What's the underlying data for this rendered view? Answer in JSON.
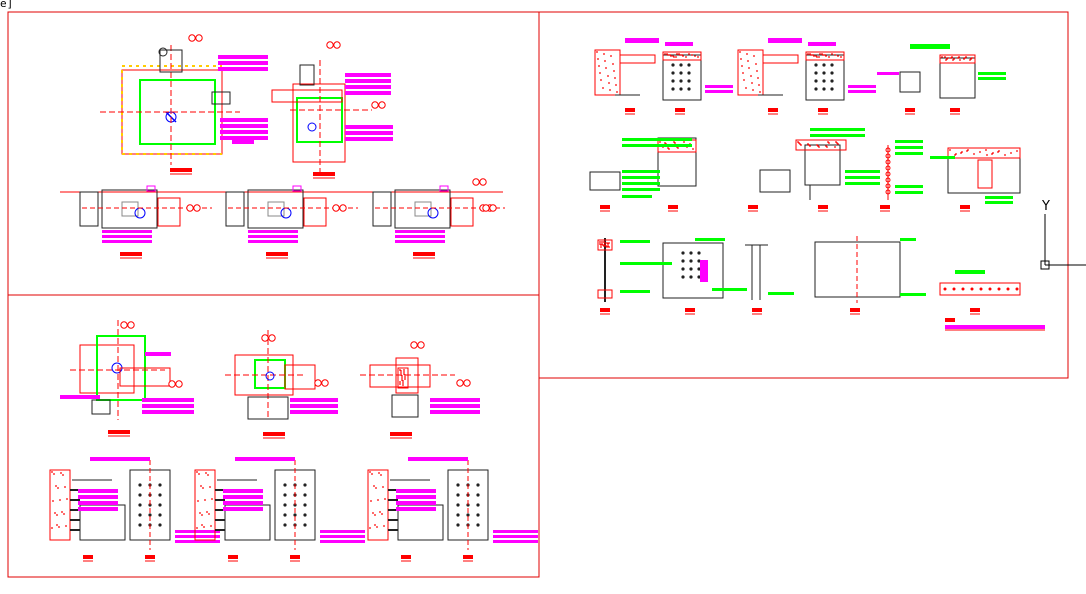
{
  "window": {
    "corner_text": "e]"
  },
  "ucs": {
    "y_label": "Y"
  },
  "colors": {
    "border": "#e00000",
    "magenta": "#ff00ff",
    "green": "#00ff00",
    "red": "#ff0000",
    "blue": "#0000ff",
    "dark": "#222222",
    "grey": "#888888",
    "yellow": "#ffcc00"
  },
  "panels": [
    {
      "id": "panel-top-left",
      "title": ""
    },
    {
      "id": "panel-bottom-left",
      "title": ""
    },
    {
      "id": "panel-right",
      "title": ""
    }
  ]
}
